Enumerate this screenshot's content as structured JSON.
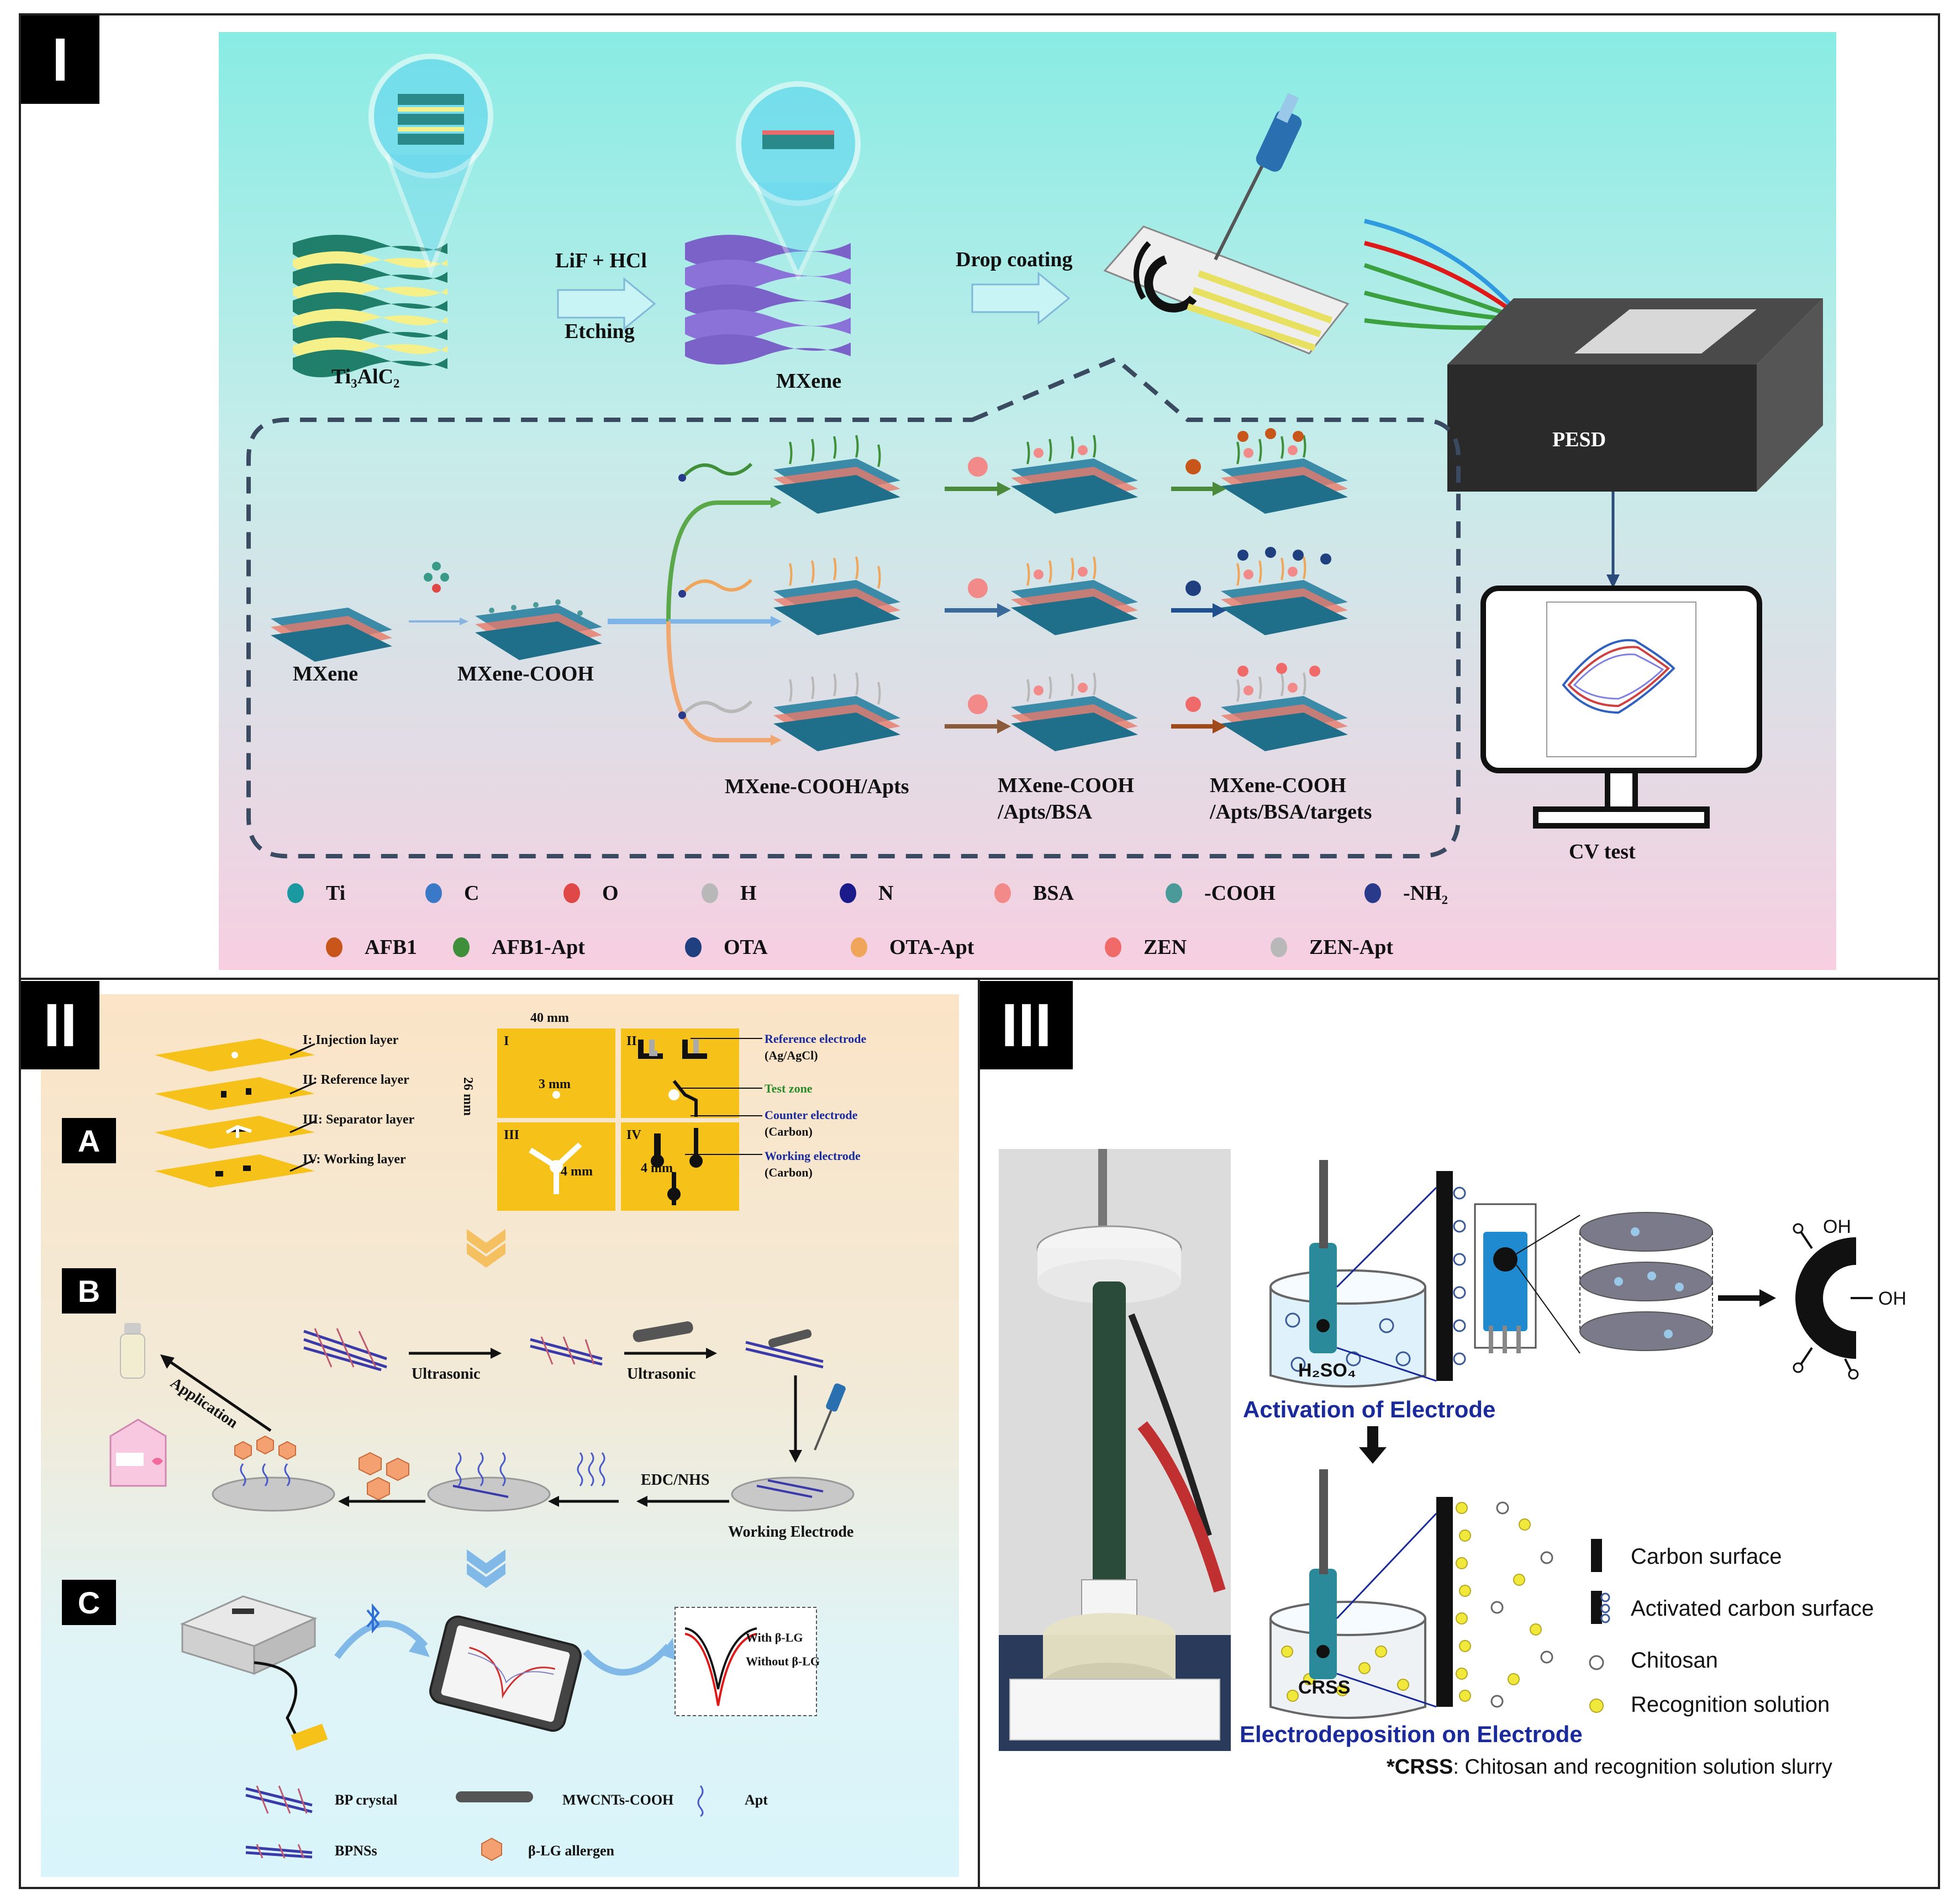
{
  "panels": {
    "I": {
      "tag": "I",
      "labels": {
        "ti3alc2": "Ti₃AlC₂",
        "lif_hcl": "LiF + HCl",
        "etching": "Etching",
        "mxene_top": "MXene",
        "drop_coating": "Drop coating",
        "pesd": "PESD",
        "cv_test": "CV test",
        "mxene": "MXene",
        "mxene_cooh": "MXene-COOH",
        "apts": "MXene-COOH/Apts",
        "apts_bsa_1": "MXene-COOH",
        "apts_bsa_2": "/Apts/BSA",
        "targets_1": "MXene-COOH",
        "targets_2": "/Apts/BSA/targets"
      },
      "legend_row1": [
        {
          "label": "Ti",
          "color": "#1a9aa0"
        },
        {
          "label": "C",
          "color": "#3a78c8"
        },
        {
          "label": "O",
          "color": "#e04848"
        },
        {
          "label": "H",
          "color": "#b8b8b8"
        },
        {
          "label": "N",
          "color": "#1a1a8a"
        },
        {
          "label": "BSA",
          "color": "#f38a8a"
        },
        {
          "label": "-COOH",
          "color": "#4a9a9a"
        },
        {
          "label": "-NH₂",
          "color": "#2a3a8a"
        }
      ],
      "legend_row2": [
        {
          "label": "AFB1",
          "color": "#c8561a"
        },
        {
          "label": "AFB1-Apt",
          "color": "#3f8f3a"
        },
        {
          "label": "OTA",
          "color": "#1f3f7f"
        },
        {
          "label": "OTA-Apt",
          "color": "#f0a65a"
        },
        {
          "label": "ZEN",
          "color": "#f06a6a"
        },
        {
          "label": "ZEN-Apt",
          "color": "#b8b8b8"
        }
      ]
    },
    "II": {
      "tag": "II",
      "subtags": {
        "a": "A",
        "b": "B",
        "c": "C"
      },
      "layers": {
        "l1": "I: Injection layer",
        "l2": "II: Reference layer",
        "l3": "III: Separator layer",
        "l4": "IV: Working layer"
      },
      "grid": {
        "width": "40 mm",
        "height": "26 mm",
        "q1": "I",
        "q2": "II",
        "q3": "III",
        "q4": "IV",
        "d3": "3 mm",
        "d4a": "4 mm",
        "d4b": "4 mm"
      },
      "electrodes": {
        "ref": "Reference electrode",
        "ref_sub": "(Ag/AgCl)",
        "test": "Test zone",
        "counter": "Counter electrode",
        "counter_sub": "(Carbon)",
        "working": "Working electrode",
        "working_sub": "(Carbon)"
      },
      "steps": {
        "ultrasonic1": "Ultrasonic",
        "ultrasonic2": "Ultrasonic",
        "application": "Application",
        "edc": "EDC/NHS",
        "working": "Working Electrode"
      },
      "curve_legend": {
        "with": "With β-LG",
        "without": "Without β-LG"
      },
      "legend": {
        "bp": "BP crystal",
        "mwcnt": "MWCNTs-COOH",
        "apt": "Apt",
        "bpns": "BPNSs",
        "blg": "β-LG allergen"
      },
      "bluetooth_color": "#2f6fd8"
    },
    "III": {
      "tag": "III",
      "h2so4": "H₂SO₄",
      "oh1": "OH",
      "oh2": "OH",
      "activation": "Activation of Electrode",
      "crss": "CRSS",
      "electrodeposition": "Electrodeposition on Electrode",
      "legend": {
        "carbon": "Carbon surface",
        "activated": "Activated carbon surface",
        "chitosan": "Chitosan",
        "recognition": "Recognition solution"
      },
      "footnote_bold": "*CRSS",
      "footnote_rest": ": Chitosan and recognition solution slurry",
      "title_color": "#1a2a9a"
    }
  }
}
